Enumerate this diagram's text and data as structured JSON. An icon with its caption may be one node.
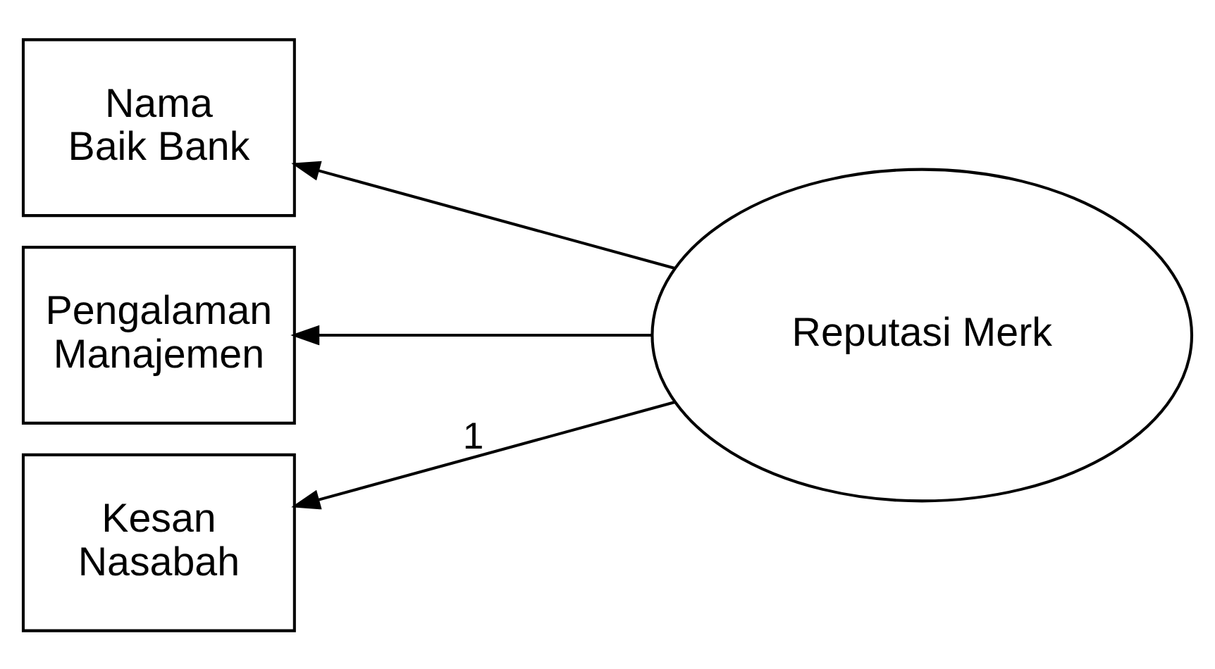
{
  "diagram": {
    "nodes": [
      {
        "text": [
          "Nama Baik Bank"
        ]
      },
      {
        "text": [
          "Pengalaman Manajemen"
        ]
      },
      {
        "text": [
          "Kesan Nasabah"
        ]
      },
      {
        "text": [
          "Reputasi Merk"
        ]
      }
    ],
    "edges": [
      {
        "from": 3,
        "to": 0,
        "arrow": "to"
      },
      {
        "from": 3,
        "to": 1,
        "arrow": "to"
      },
      {
        "from": 3,
        "to": 2,
        "arrow": "to",
        "label": "1"
      }
    ]
  }
}
